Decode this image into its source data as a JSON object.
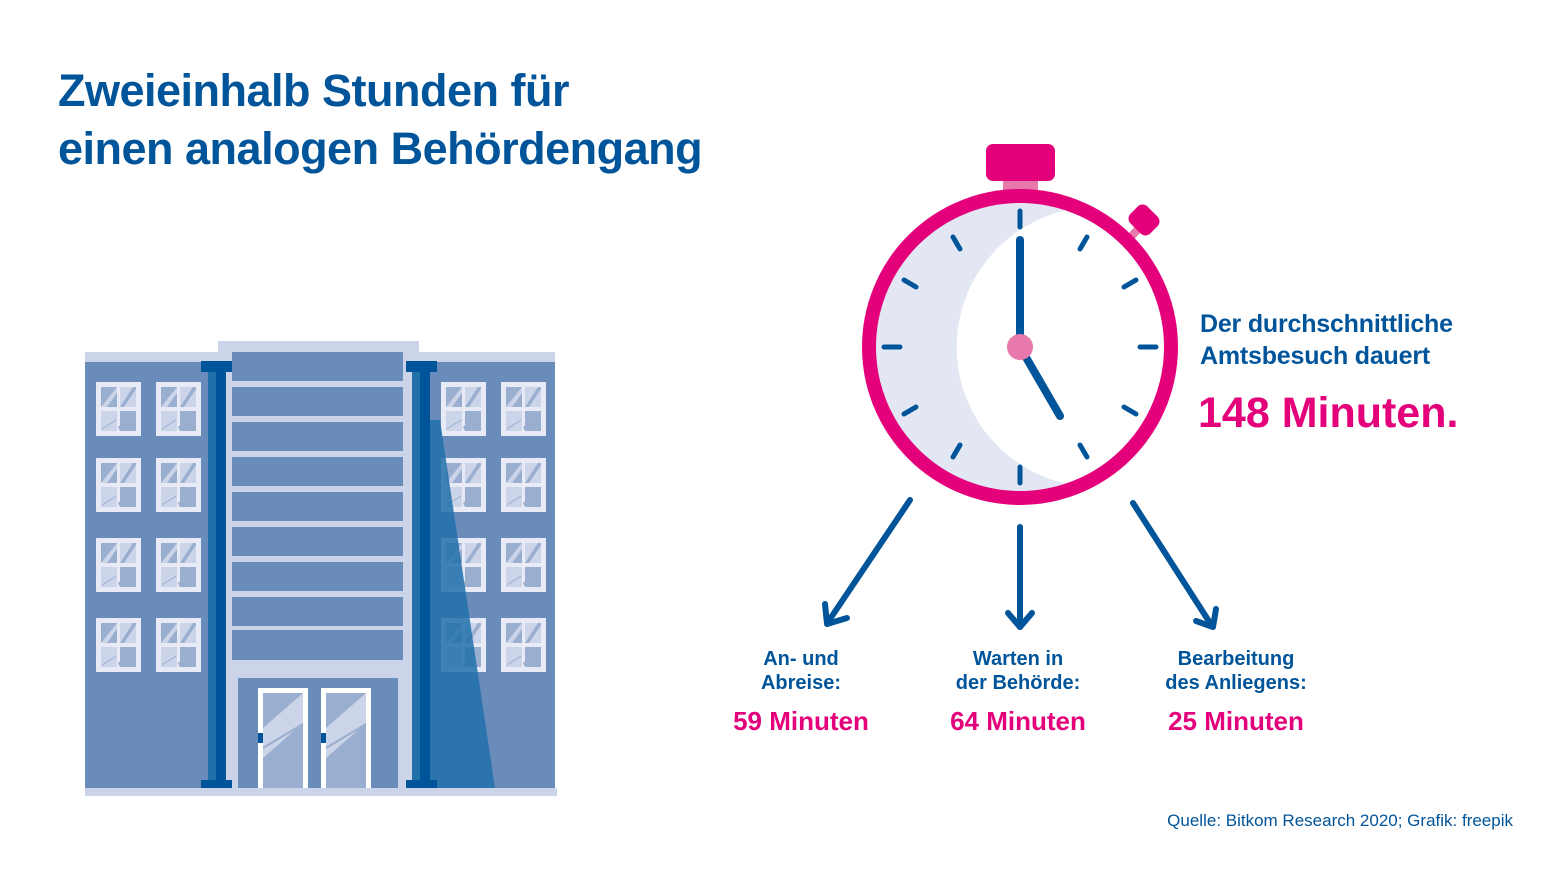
{
  "headline": {
    "line1": "Zweieinhalb Stunden für",
    "line2": "einen analogen Behördengang"
  },
  "summary": {
    "line1": "Der durchschnittliche",
    "line2": "Amtsbesuch dauert",
    "total": "148 Minuten."
  },
  "breakdown": [
    {
      "label_line1": "An- und",
      "label_line2": "Abreise:",
      "value": "59 Minuten"
    },
    {
      "label_line1": "Warten in",
      "label_line2": "der Behörde:",
      "value": "64 Minuten"
    },
    {
      "label_line1": "Bearbeitung",
      "label_line2": "des Anliegens:",
      "value": "25 Minuten"
    }
  ],
  "source": "Quelle: Bitkom Research 2020; Grafik: freepik",
  "illustrations": {
    "building": "office-building-icon",
    "clock": "stopwatch-icon",
    "arrows": "arrow-down-icon"
  },
  "colors": {
    "primary_blue": "#00549a",
    "accent_magenta": "#e3007a",
    "light_pink": "#e879ac",
    "building_blue": "#6a8cbb",
    "building_light": "#cbd4e8",
    "clock_face_shade": "#e3e7f3"
  }
}
